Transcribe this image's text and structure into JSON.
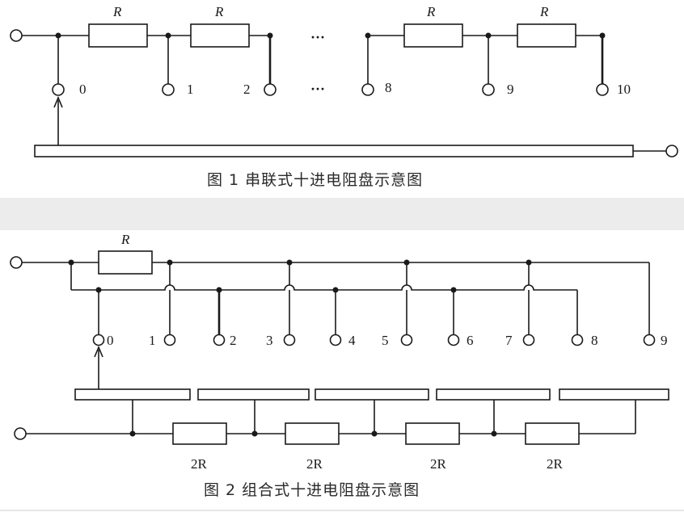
{
  "figure1": {
    "caption": "图 1   串联式十进电阻盘示意图",
    "resistor_label": "R",
    "ellipsis": "···",
    "taps": [
      "0",
      "1",
      "2",
      "8",
      "9",
      "10"
    ]
  },
  "figure2": {
    "caption": "图 2   组合式十进电阻盘示意图",
    "resistor_label": "R",
    "bottom_resistor_label": "2R",
    "taps": [
      "0",
      "1",
      "2",
      "3",
      "4",
      "5",
      "6",
      "7",
      "8",
      "9"
    ]
  }
}
